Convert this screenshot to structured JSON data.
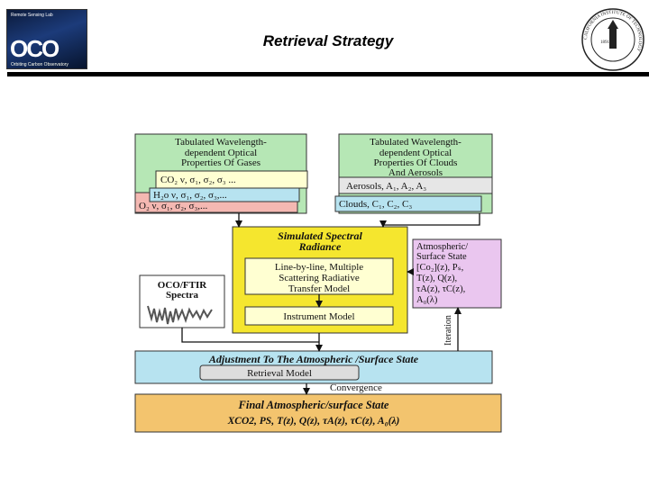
{
  "header": {
    "title": "Retrieval Strategy",
    "logo_left": {
      "top_text": "Remote Sensing Lab",
      "big_text": "OCO",
      "caption": "Orbiting Carbon Observatory"
    },
    "seal": {
      "ring_text": "CALIFORNIA INSTITUTE OF TECHNOLOGY",
      "year": "1891"
    }
  },
  "diagram": {
    "gases": {
      "lines": [
        "Tabulated Wavelength-",
        "dependent Optical",
        "Properties Of Gases"
      ],
      "co2": "CO₂ ν, σ₁, σ₂, σ₃ ...",
      "h2o": "H₂o ν, σ₁, σ₂, σ₃,...",
      "o2": "O₂ ν, σ₁, σ₂, σ₃,..."
    },
    "clouds": {
      "lines": [
        "Tabulated Wavelength-",
        "dependent Optical",
        "Properties Of Clouds",
        "And Aerosols"
      ],
      "aerosols": "Aerosols, A₁, A₂, A₃",
      "clouds": "Clouds, C₁, C₂, C₃"
    },
    "simulated": {
      "lines": [
        "Simulated Spectral",
        "Radiance"
      ],
      "rt_lines": [
        "Line-by-line, Multiple",
        "Scattering Radiative",
        "Transfer Model"
      ],
      "instrument": "Instrument  Model"
    },
    "state": {
      "lines": [
        "Atmospheric/",
        "Surface State",
        "[Co₂](z), Pₛ,",
        "T(z),  Q(z),",
        "τA(z),  τC(z),",
        "A₀(λ)"
      ]
    },
    "spectra": {
      "lines": [
        "OCO/FTIR",
        "Spectra"
      ]
    },
    "iteration": "Iteration",
    "adjustment": {
      "title": "Adjustment To The Atmospheric /Surface State",
      "retrieval": "Retrieval Model",
      "convergence": "Convergence"
    },
    "final": {
      "title": "Final Atmospheric/surface State",
      "vars": "XCO2,  PS,   T(z),   Q(z),  τA(z),  τC(z),  A₀(λ)"
    }
  },
  "colors": {
    "green": "#b6e7b5",
    "yellow": "#f5e62e",
    "light_yellow": "#ffffd2",
    "cyan": "#b7e3f0",
    "pink": "#f4b8b2",
    "lavender": "#eac6ef",
    "orange": "#f3c46e",
    "blue_text": "#2222cc"
  }
}
